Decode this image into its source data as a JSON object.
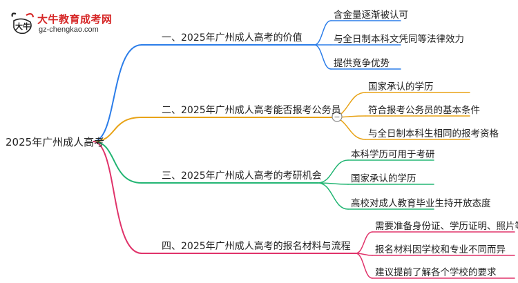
{
  "logo": {
    "title": "大牛教育成考网",
    "url": "gz-chengkao.com",
    "mark_text": "大牛"
  },
  "root": "2025年广州成人高考",
  "branches": [
    {
      "label": "一、2025年广州成人高考的价值",
      "color": "#2b7de9",
      "items": [
        "含金量逐渐被认可",
        "与全日制本科文凭同等法律效力",
        "提供竞争优势"
      ]
    },
    {
      "label": "二、2025年广州成人高考能否报考公务员",
      "color": "#e8a317",
      "items": [
        "国家承认的学历",
        "符合报考公务员的基本条件",
        "与全日制本科生相同的报考资格"
      ]
    },
    {
      "label": "三、2025年广州成人高考的考研机会",
      "color": "#22b573",
      "items": [
        "本科学历可用于考研",
        "国家承认的学历",
        "高校对成人教育毕业生持开放态度"
      ]
    },
    {
      "label": "四、2025年广州成人高考的报名材料与流程",
      "color": "#e0336a",
      "items": [
        "需要准备身份证、学历证明、照片等",
        "报名材料因学校和专业不同而异",
        "建议提前了解各个学校的要求"
      ]
    }
  ],
  "collapse_symbol": "−"
}
